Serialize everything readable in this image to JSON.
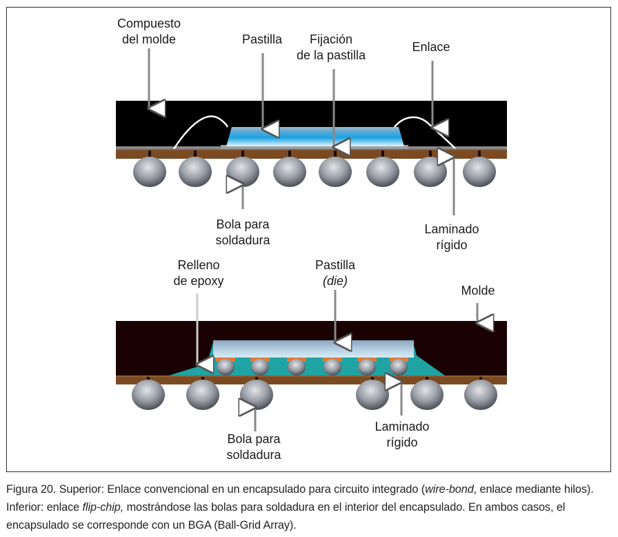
{
  "figure": {
    "top_diagram": {
      "name": "wire-bond BGA",
      "labels": {
        "mold_compound": [
          "Compuesto",
          "del molde"
        ],
        "die": [
          "Pastilla"
        ],
        "die_attach": [
          "Fijación",
          "de la pastilla"
        ],
        "bond": [
          "Enlace"
        ],
        "solder_ball": [
          "Bola para",
          "soldadura"
        ],
        "rigid_laminate": [
          "Laminado",
          "rígido"
        ]
      },
      "solder_ball_count": 8
    },
    "bottom_diagram": {
      "name": "flip-chip BGA",
      "labels": {
        "epoxy_underfill": [
          "Relleno",
          "de epoxy"
        ],
        "die": [
          "Pastilla",
          "(die)"
        ],
        "mold": [
          "Molde"
        ],
        "solder_ball": [
          "Bola para",
          "soldadura"
        ],
        "rigid_laminate": [
          "Laminado",
          "rígido"
        ]
      },
      "internal_bump_count": 6,
      "solder_ball_count": 6
    },
    "colors": {
      "mold_top": "#000000",
      "mold_bottom": "#1a0203",
      "laminate": "#7a4a22",
      "die_blue": "#1aa8e0",
      "die_pale": "#b8d4e8",
      "underfill": "#1fa3a3",
      "bump_pad": "#e07a3a",
      "ball": "#8a8e96"
    }
  },
  "caption": {
    "part1": "Figura 20. Superior: Enlace convencional en un encapsulado para circuito integrado (",
    "italic1": "wire-bond",
    "part2": ", enlace mediante hilos). Inferior: enlace ",
    "italic2": "flip-chip,",
    "part3": " mostrándose las bolas para soldadura en el interior del encapsulado. En ambos casos, el encapsulado se corresponde con un BGA (Ball-Grid Array)."
  }
}
